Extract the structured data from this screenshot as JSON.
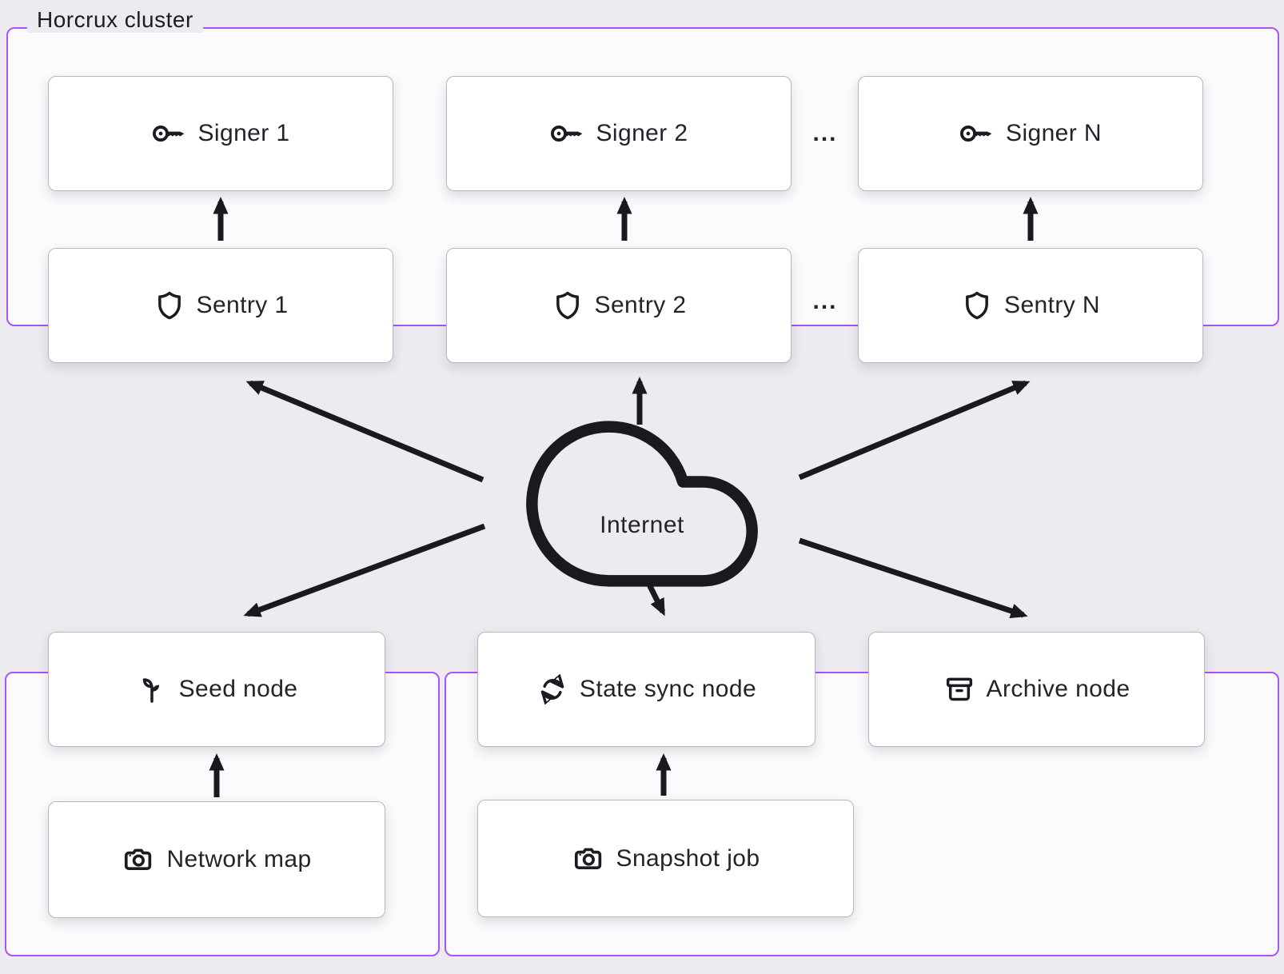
{
  "cluster": {
    "label": "Horcrux cluster"
  },
  "internet": {
    "label": "Internet"
  },
  "ellipsis": {
    "signer_row": "...",
    "sentry_row": "..."
  },
  "nodes": {
    "signer1": {
      "label": "Signer 1",
      "icon": "key-icon"
    },
    "signer2": {
      "label": "Signer 2",
      "icon": "key-icon"
    },
    "signerN": {
      "label": "Signer N",
      "icon": "key-icon"
    },
    "sentry1": {
      "label": "Sentry 1",
      "icon": "shield-icon"
    },
    "sentry2": {
      "label": "Sentry 2",
      "icon": "shield-icon"
    },
    "sentryN": {
      "label": "Sentry N",
      "icon": "shield-icon"
    },
    "seed": {
      "label": "Seed node",
      "icon": "sprout-icon"
    },
    "statesync": {
      "label": "State sync node",
      "icon": "sync-icon"
    },
    "archive": {
      "label": "Archive node",
      "icon": "archive-icon"
    },
    "networkmap": {
      "label": "Network map",
      "icon": "camera-icon"
    },
    "snapshot": {
      "label": "Snapshot job",
      "icon": "camera-icon"
    }
  },
  "edges": [
    {
      "from": "sentry1",
      "to": "signer1"
    },
    {
      "from": "sentry2",
      "to": "signer2"
    },
    {
      "from": "sentryN",
      "to": "signerN"
    },
    {
      "from": "internet",
      "to": "sentry1"
    },
    {
      "from": "internet",
      "to": "sentry2"
    },
    {
      "from": "internet",
      "to": "sentryN"
    },
    {
      "from": "internet",
      "to": "seed"
    },
    {
      "from": "internet",
      "to": "statesync"
    },
    {
      "from": "internet",
      "to": "archive"
    },
    {
      "from": "networkmap",
      "to": "seed"
    },
    {
      "from": "snapshot",
      "to": "statesync"
    }
  ],
  "colors": {
    "canvas_bg": "#edebf0",
    "panel_bg": "#fbfafc",
    "accent_purple": "#a855f7",
    "node_border": "#b9b7bd",
    "node_bg": "#ffffff",
    "arrow": "#1b181f",
    "text": "#26222b"
  }
}
